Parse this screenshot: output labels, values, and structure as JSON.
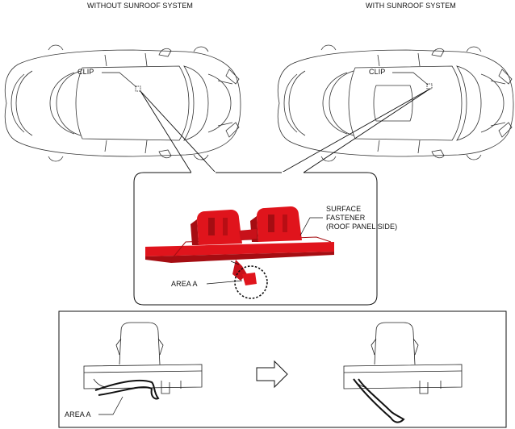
{
  "headings": {
    "left": "WITHOUT SUNROOF SYSTEM",
    "right": "WITH SUNROOF SYSTEM"
  },
  "callouts": {
    "clip_left": "CLIP",
    "clip_right": "CLIP",
    "surface_fastener": [
      "SURFACE",
      "FASTENER",
      "(ROOF PANEL SIDE)"
    ],
    "area_a_detail": "AREA A",
    "area_a_bottom": "AREA A"
  },
  "colors": {
    "clip_red": "#e0141c",
    "clip_red_dark": "#a50d12",
    "line": "#222222"
  }
}
